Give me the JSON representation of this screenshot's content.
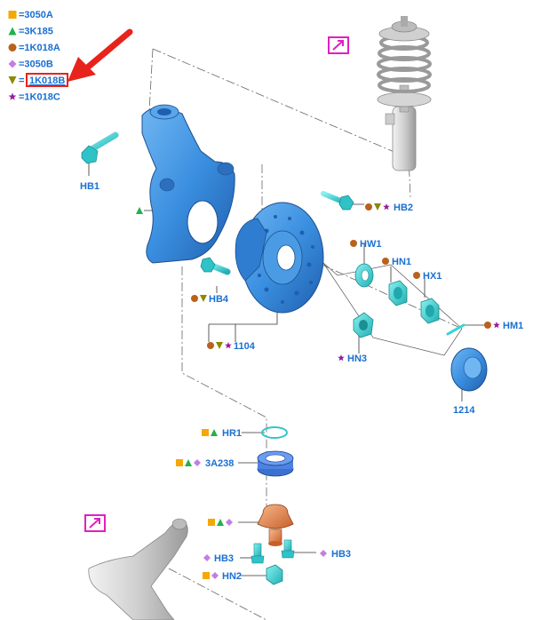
{
  "legend": [
    {
      "symbol": "square",
      "color": "#f5a800",
      "text": "=3050A"
    },
    {
      "symbol": "triangle-up",
      "color": "#22b14c",
      "text": "=3K185"
    },
    {
      "symbol": "circle",
      "color": "#b8621b",
      "text": "=1K018A"
    },
    {
      "symbol": "diamond",
      "color": "#c47ee0",
      "text": "=3050B"
    },
    {
      "symbol": "triangle-down",
      "color": "#8a8a00",
      "text": "=",
      "highlighted": "1K018B"
    },
    {
      "symbol": "star",
      "color": "#9b1c9b",
      "text": "=1K018C"
    }
  ],
  "labels": {
    "hb1": "HB1",
    "hb2": "HB2",
    "hb4": "HB4",
    "p1104": "1104",
    "hw1": "HW1",
    "hn1": "HN1",
    "hx1": "HX1",
    "hm1": "HM1",
    "hn3": "HN3",
    "p1214": "1214",
    "hr1": "HR1",
    "p3a238": "3A238",
    "hb3a": "HB3",
    "hb3b": "HB3",
    "hn2": "HN2"
  },
  "colors": {
    "label": "#1a6fd1",
    "part_blue": "#3b8fe0",
    "part_cyan": "#35d4d4",
    "part_copper": "#e08a55",
    "part_grey": "#c8c8c8",
    "callout_magenta": "#e020c0",
    "arrow_red": "#e8231c"
  }
}
